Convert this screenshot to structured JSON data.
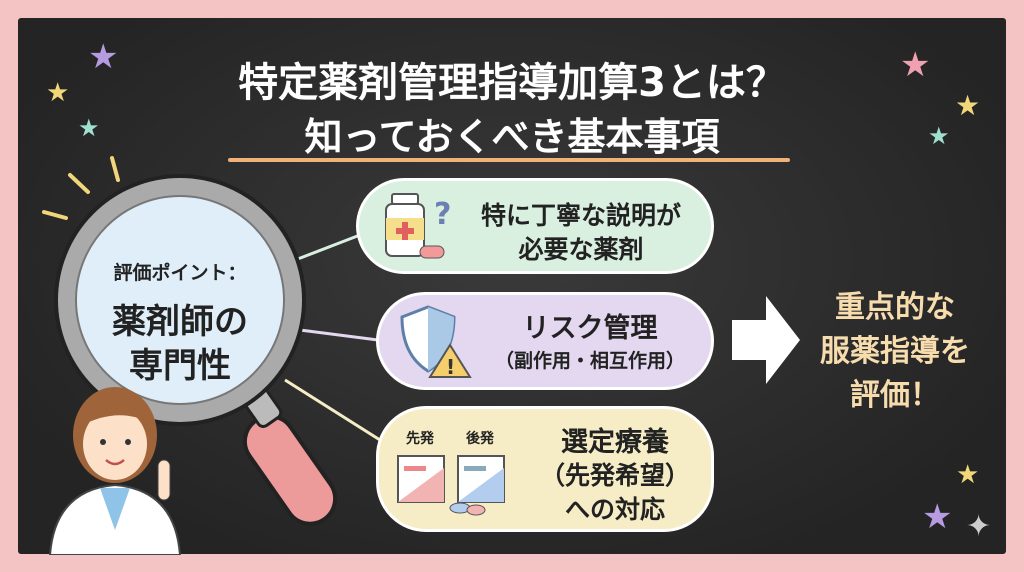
{
  "title": {
    "line1": "特定薬剤管理指導加算3とは？",
    "line2": "知っておくべき基本事項"
  },
  "magnifier": {
    "label": "評価ポイント：",
    "main_line1": "薬剤師の",
    "main_line2": "専門性"
  },
  "points": [
    {
      "line1": "特に丁寧な説明が",
      "line2": "必要な薬剤",
      "icon": "medicine-bottle-icon",
      "color": "#d9efdf"
    },
    {
      "line1": "リスク管理",
      "line2": "（副作用・相互作用）",
      "icon": "shield-warning-icon",
      "color": "#e4d7f0"
    },
    {
      "line1": "選定療養",
      "line2": "（先発希望）",
      "line3": "への対応",
      "icon": "medicine-boxes-icon",
      "color": "#f6edc6",
      "box_labels": [
        "先発",
        "後発"
      ]
    }
  ],
  "result": {
    "line1": "重点的な",
    "line2": "服薬指導を",
    "line3": "評価！"
  },
  "colors": {
    "board": "#2b2b2b",
    "frame": "#f4c4c4",
    "accent": "#f7dcae",
    "underline": "#f0b27a"
  }
}
